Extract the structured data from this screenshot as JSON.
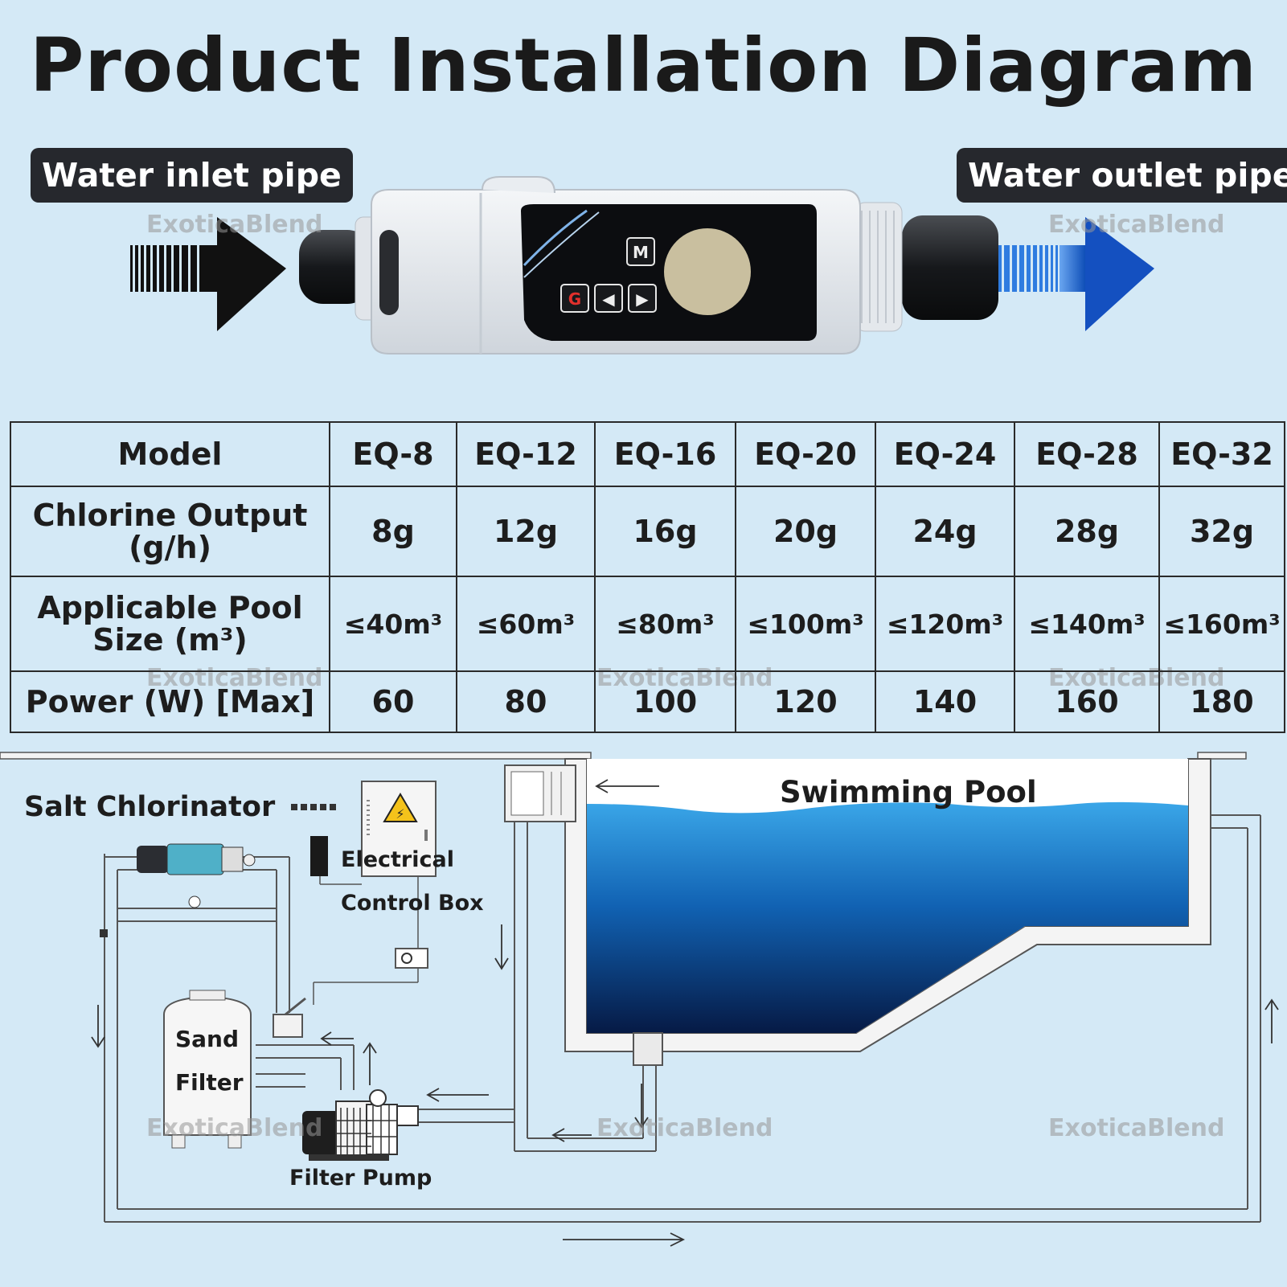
{
  "title": "Product Installation Diagram",
  "inlet_label": "Water inlet pipe",
  "outlet_label": "Water outlet pipe",
  "watermark": "ExoticaBlend",
  "device": {
    "buttons": [
      "M",
      "G",
      "◀",
      "▶"
    ]
  },
  "spec_table": {
    "headers": [
      "Model",
      "EQ-8",
      "EQ-12",
      "EQ-16",
      "EQ-20",
      "EQ-24",
      "EQ-28",
      "EQ-32"
    ],
    "rows": [
      {
        "label": "Chlorine Output (g/h)",
        "values": [
          "8g",
          "12g",
          "16g",
          "20g",
          "24g",
          "28g",
          "32g"
        ]
      },
      {
        "label": "Applicable Pool Size (m³)",
        "values": [
          "≤40m³",
          "≤60m³",
          "≤80m³",
          "≤100m³",
          "≤120m³",
          "≤140m³",
          "≤160m³"
        ]
      },
      {
        "label": "Power (W) [Max]",
        "values": [
          "60",
          "80",
          "100",
          "120",
          "140",
          "160",
          "180"
        ]
      }
    ]
  },
  "diagram": {
    "salt_chlorinator": "Salt Chlorinator",
    "electrical_line1": "Electrical",
    "electrical_line2": "Control Box",
    "swimming_pool": "Swimming Pool",
    "sand_line1": "Sand",
    "sand_line2": "Filter",
    "filter_pump": "Filter Pump"
  },
  "colors": {
    "background": "#d4e9f6",
    "label_bg": "#26282d",
    "inlet_arrow": "#111111",
    "outlet_arrow": "#1f64c8",
    "pool_water_top": "#3aa6e8",
    "pool_water_bottom": "#061a45"
  }
}
